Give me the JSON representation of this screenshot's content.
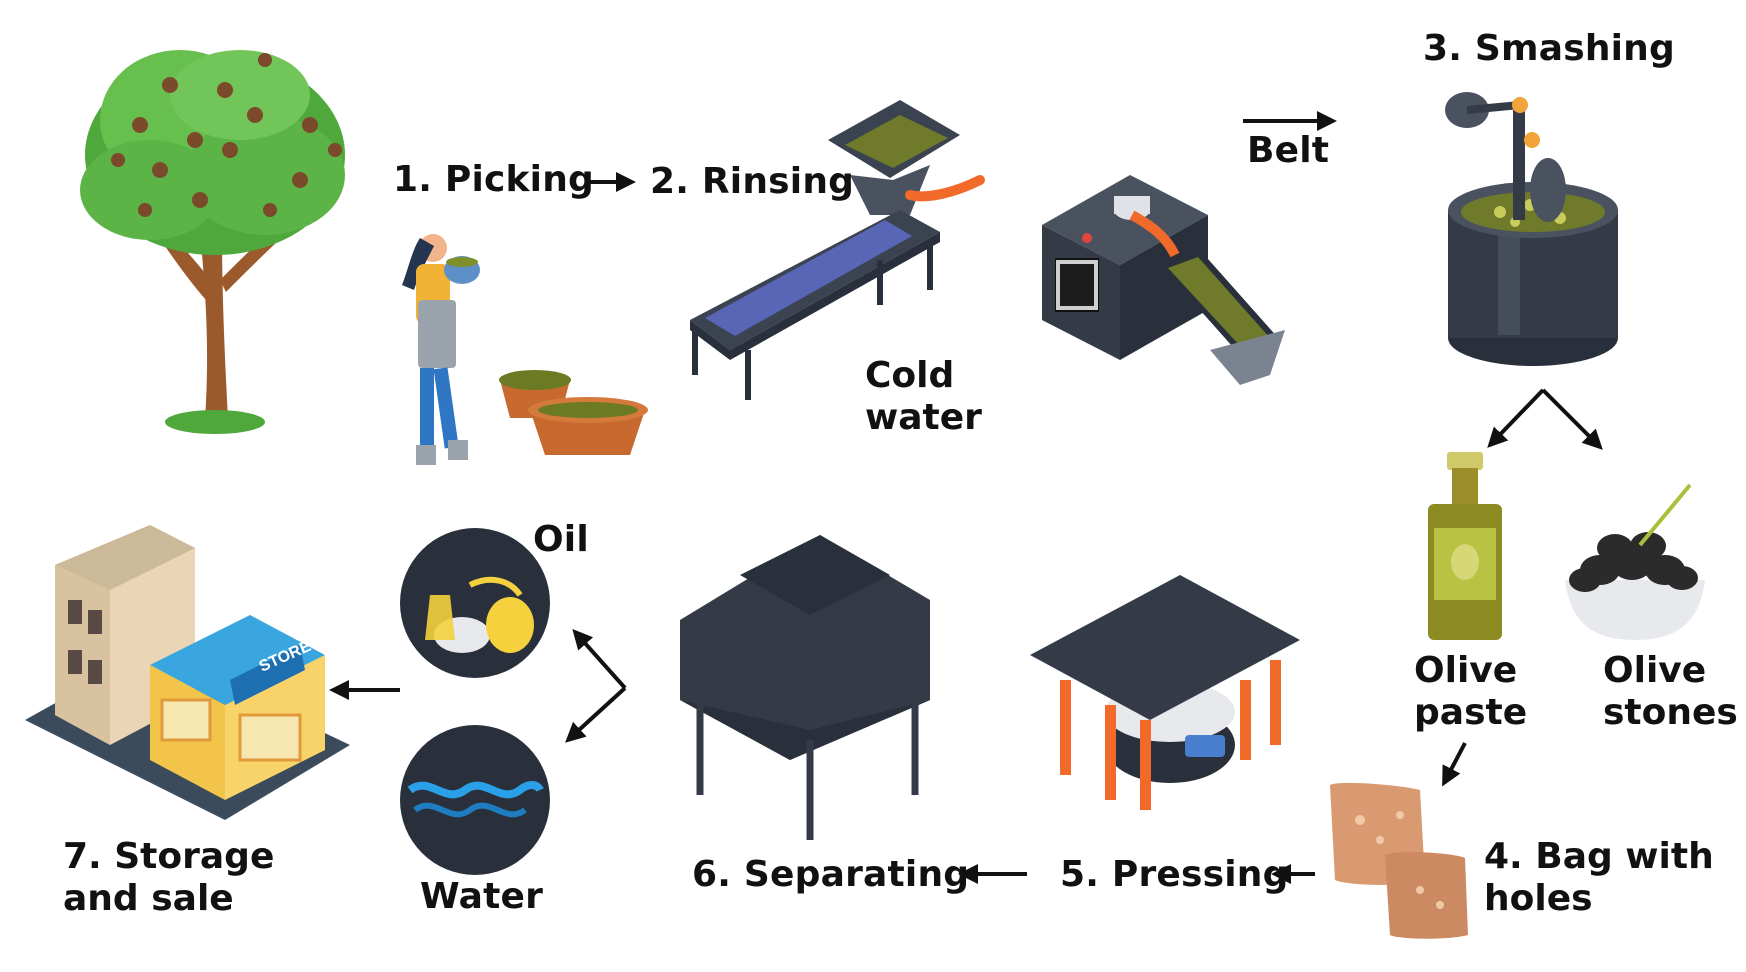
{
  "steps": {
    "picking": "1. Picking",
    "rinsing": "2. Rinsing",
    "smashing": "3. Smashing",
    "bag_line1": "4. Bag with",
    "bag_line2": "holes",
    "pressing": "5. Pressing",
    "separating": "6. Separating",
    "storage_line1": "7. Storage",
    "storage_line2": "and sale"
  },
  "labels": {
    "cold_water_line1": "Cold",
    "cold_water_line2": "water",
    "belt": "Belt",
    "olive_paste_line1": "Olive",
    "olive_paste_line2": "paste",
    "olive_stones_line1": "Olive",
    "olive_stones_line2": "stones",
    "oil": "Oil",
    "water": "Water"
  },
  "store_sign": "STORE",
  "colors": {
    "dark_machine": "#343b47",
    "tree_green": "#5cb447",
    "trunk_brown": "#9a5a2c",
    "accent_orange": "#f26a2a",
    "olive_oil": "#a7b433",
    "bag_tan": "#d99a72",
    "store_blue": "#3aa6df"
  }
}
